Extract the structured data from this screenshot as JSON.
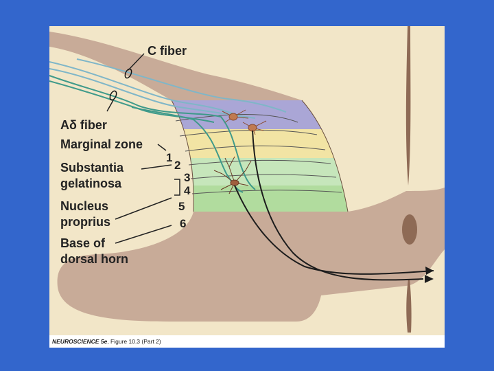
{
  "labels": {
    "c_fiber": "C fiber",
    "a_delta_fiber": "Aδ fiber",
    "marginal_zone": "Marginal zone",
    "substantia_line1": "Substantia",
    "substantia_line2": "gelatinosa",
    "nucleus_line1": "Nucleus",
    "nucleus_line2": "proprius",
    "base_line1": "Base of",
    "base_line2": "dorsal horn"
  },
  "laminae": [
    "1",
    "2",
    "3",
    "4",
    "5",
    "6"
  ],
  "caption": {
    "book": "NEUROSCIENCE 5e",
    "rest": ", Figure 10.3 (Part 2)"
  },
  "colors": {
    "slide_background": "#3366cc",
    "figure_background": "#f2e6c8",
    "tissue": "#c8ab98",
    "lamina_1": "#aaa6d6",
    "lamina_2": "#f2e4a4",
    "lamina_3_4": "#c6e6bb",
    "lamina_5_6": "#b1dc9e",
    "c_fiber": "#7fb6c8",
    "a_delta_fiber": "#3f9a8a"
  }
}
